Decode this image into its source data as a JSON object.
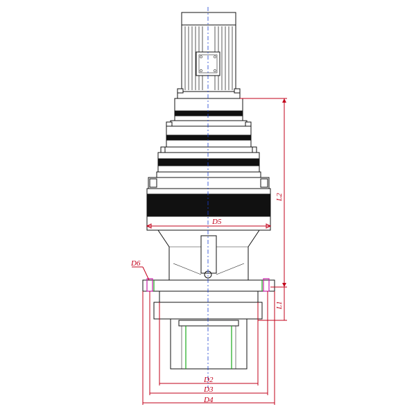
{
  "drawing": {
    "dimension_labels": {
      "d2": "D2",
      "d3": "D3",
      "d4": "D4",
      "d5": "D5",
      "d6": "D6",
      "l1": "L1",
      "l2": "L2"
    },
    "colors": {
      "outline": "#111111",
      "dimension": "#c2001a",
      "centerline": "#1a3fd1",
      "bore": "#19a81c",
      "mounting": "#c81ea8"
    }
  }
}
